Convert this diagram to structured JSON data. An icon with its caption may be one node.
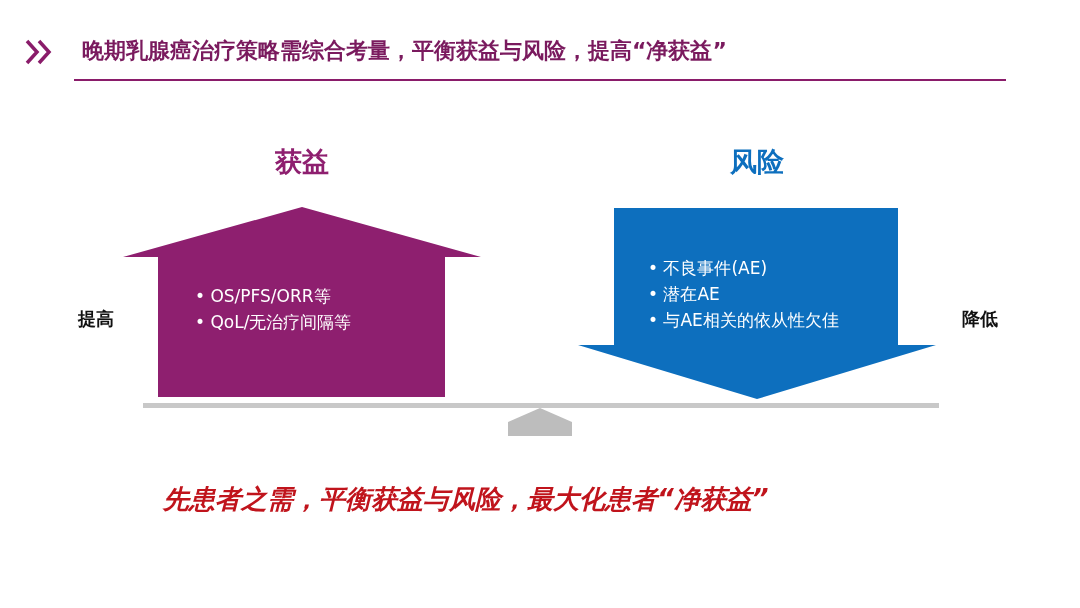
{
  "diagram": {
    "title": "晚期乳腺癌治疗策略需综合考量，平衡获益与风险，提高“净获益”",
    "nodes": [
      {
        "text": [
          "获益",
          "• OS/PFS/ORR等",
          "• QoL/无治疗间隔等"
        ]
      },
      {
        "text": [
          "风险",
          "• 不良事件(AE)",
          "• 潜在AE",
          "• 与AE相关的依从性欠佳"
        ]
      }
    ],
    "edges": [],
    "labels": [
      "提高",
      "降低",
      "先患者之需，平衡获益与风险，最大化患者“净获益”"
    ]
  }
}
